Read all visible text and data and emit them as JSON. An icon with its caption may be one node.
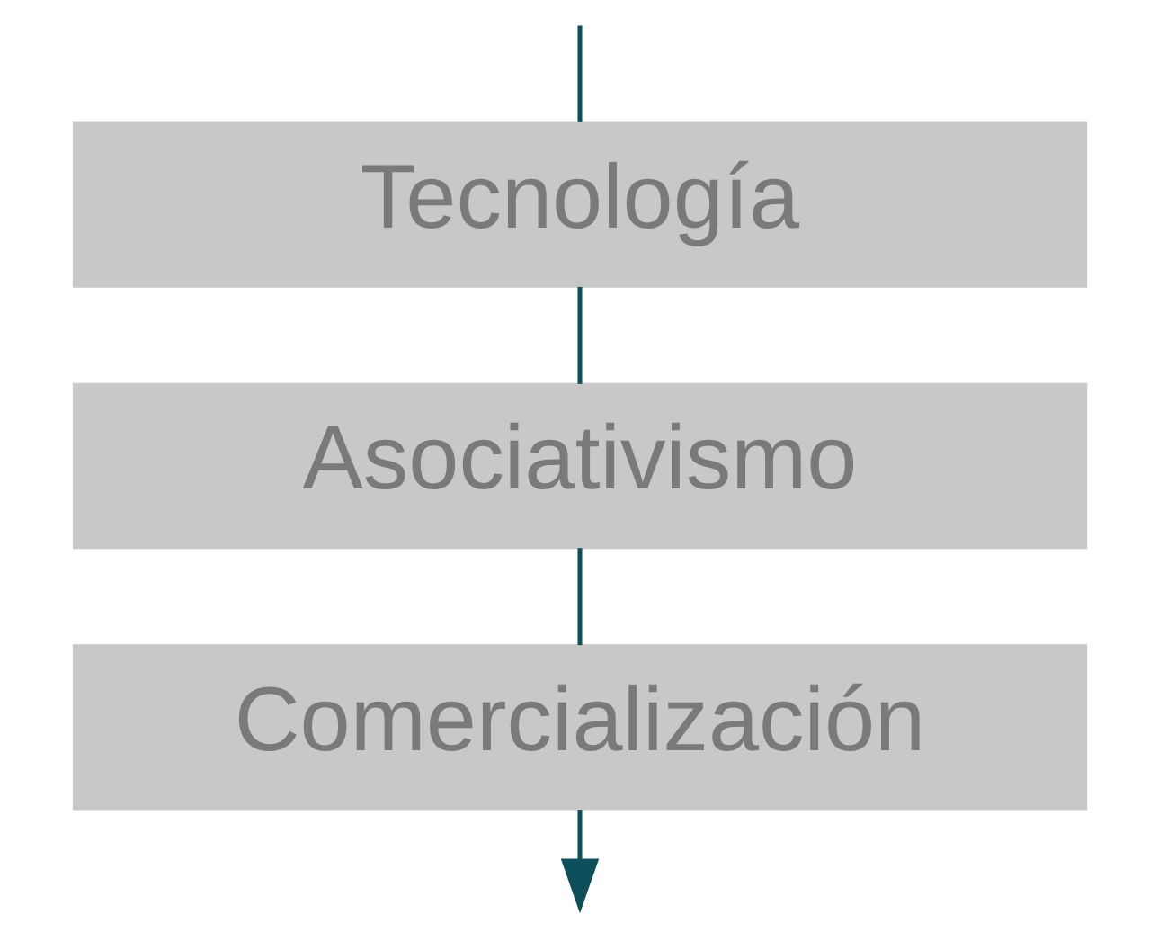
{
  "diagram": {
    "nodes": [
      {
        "text": [
          "Tecnología"
        ]
      },
      {
        "text": [
          "Asociativismo"
        ]
      },
      {
        "text": [
          "Comercialización"
        ]
      }
    ],
    "edges": [
      {
        "from": null,
        "to": 0,
        "arrow": "none"
      },
      {
        "from": 0,
        "to": 1,
        "arrow": "none"
      },
      {
        "from": 1,
        "to": 2,
        "arrow": "none"
      },
      {
        "from": 2,
        "to": null,
        "arrow": "to"
      }
    ]
  }
}
